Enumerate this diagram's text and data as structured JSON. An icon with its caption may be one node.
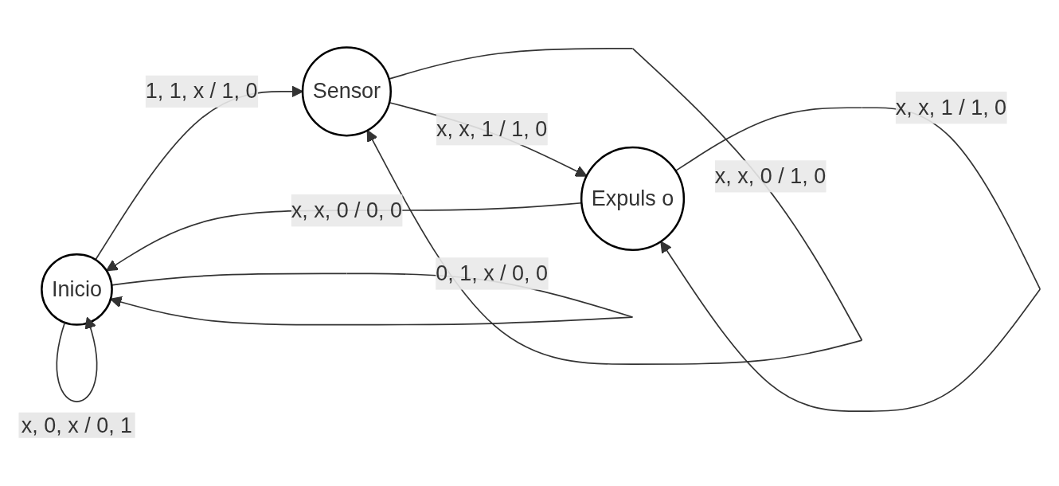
{
  "diagram": {
    "nodes": [
      {
        "text": [
          "Inicio"
        ]
      },
      {
        "text": [
          "Sensor"
        ]
      },
      {
        "text": [
          "Expuls o"
        ]
      }
    ],
    "edges": [
      {
        "from": 0,
        "to": 1,
        "arrow": "to",
        "label": "1, 1, x / 1, 0"
      },
      {
        "from": 1,
        "to": 2,
        "arrow": "to",
        "label": "x, x, 1 / 1, 0"
      },
      {
        "from": 2,
        "to": 2,
        "arrow": "to",
        "label": "x, x, 1 / 1, 0"
      },
      {
        "from": 1,
        "to": 1,
        "arrow": "to",
        "label": "x, x, 0 / 1, 0"
      },
      {
        "from": 2,
        "to": 0,
        "arrow": "to",
        "label": "x, x, 0 / 0, 0"
      },
      {
        "from": 0,
        "to": 0,
        "arrow": "to",
        "label": "0, 1, x / 0, 0"
      },
      {
        "from": 0,
        "to": 0,
        "arrow": "to",
        "label": "x, 0, x / 0, 1"
      }
    ]
  }
}
